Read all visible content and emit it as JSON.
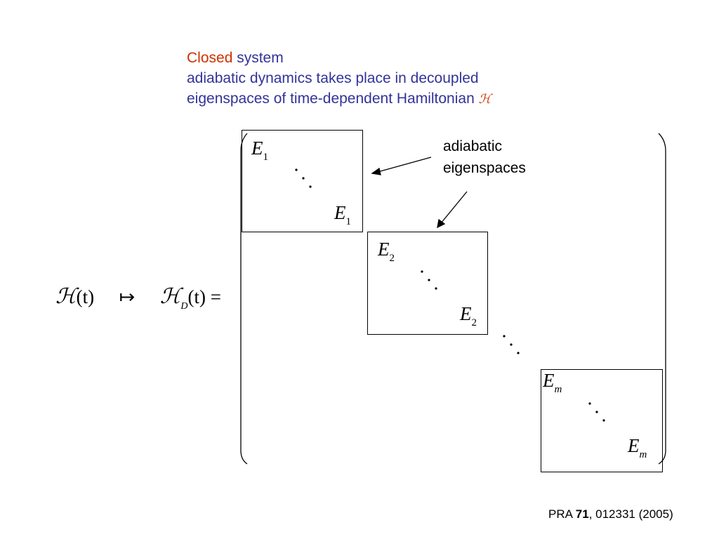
{
  "header": {
    "closed_word": "Closed",
    "system_word": "system",
    "line2": "adiabatic dynamics takes place in decoupled",
    "line3": "eigenspaces of time-dependent Hamiltonian",
    "symbol_H": "ℋ"
  },
  "equation": {
    "H_symbol": "ℋ",
    "t_arg": "(t)",
    "mapsto": "↦",
    "HD_symbol": "ℋ",
    "HD_sub": "D",
    "HD_arg": "(t)",
    "equals": "="
  },
  "blocks": [
    {
      "top_var": "E",
      "top_sub": "1",
      "bottom_var": "E",
      "bottom_sub": "1"
    },
    {
      "top_var": "E",
      "top_sub": "2",
      "bottom_var": "E",
      "bottom_sub": "2"
    },
    {
      "top_var": "E",
      "top_sub": "m",
      "bottom_var": "E",
      "bottom_sub": "m"
    }
  ],
  "callout": {
    "line1": "adiabatic",
    "line2": "eigenspaces"
  },
  "citation": {
    "journal": "PRA",
    "volume": "71",
    "rest": ", 012331 (2005)"
  }
}
